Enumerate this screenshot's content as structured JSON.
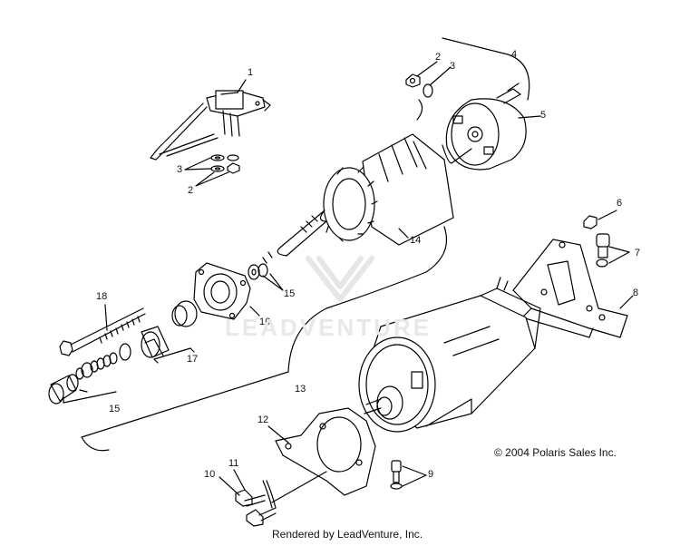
{
  "diagram": {
    "callouts": [
      {
        "id": "c1",
        "label": "1"
      },
      {
        "id": "c2a",
        "label": "2"
      },
      {
        "id": "c3a",
        "label": "3"
      },
      {
        "id": "c3b",
        "label": "3"
      },
      {
        "id": "c2b",
        "label": "2"
      },
      {
        "id": "c4",
        "label": "4"
      },
      {
        "id": "c5",
        "label": "5"
      },
      {
        "id": "c6",
        "label": "6"
      },
      {
        "id": "c7",
        "label": "7"
      },
      {
        "id": "c8",
        "label": "8"
      },
      {
        "id": "c14",
        "label": "14"
      },
      {
        "id": "c15a",
        "label": "15"
      },
      {
        "id": "c16",
        "label": "16"
      },
      {
        "id": "c17",
        "label": "17"
      },
      {
        "id": "c18",
        "label": "18"
      },
      {
        "id": "c15b",
        "label": "15"
      },
      {
        "id": "c13",
        "label": "13"
      },
      {
        "id": "c12",
        "label": "12"
      },
      {
        "id": "c11",
        "label": "11"
      },
      {
        "id": "c10",
        "label": "10"
      },
      {
        "id": "c9",
        "label": "9"
      }
    ],
    "copyright": "© 2004 Polaris Sales Inc.",
    "credit": "Rendered by LeadVenture, Inc.",
    "watermark": "LEADVENTURE"
  }
}
